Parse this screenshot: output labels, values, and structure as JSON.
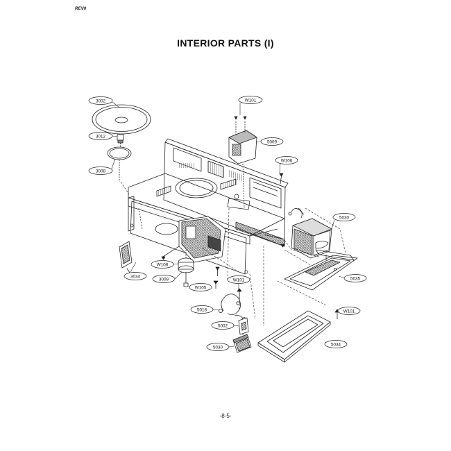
{
  "header": {
    "corner_tag": "REV0"
  },
  "title": "INTERIOR PARTS (I)",
  "page_number": "-8-5-",
  "labels": {
    "3002": "3002",
    "3012": "3012",
    "3008": "3008",
    "W101_top": "W101",
    "5009": "5009",
    "W106": "W106",
    "5030": "5030",
    "5035": "5035",
    "3034": "3034",
    "W108": "W108",
    "3009": "3009",
    "W105": "W105",
    "W101_mid": "W101",
    "5018": "5018",
    "5002": "5002",
    "5030_bottom": "5030",
    "W101_right": "W101",
    "5034": "5034"
  }
}
